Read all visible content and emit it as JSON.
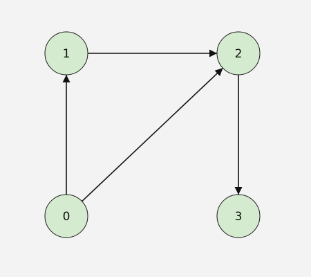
{
  "graph": {
    "nodes": [
      {
        "id": "0",
        "label": "0"
      },
      {
        "id": "1",
        "label": "1"
      },
      {
        "id": "2",
        "label": "2"
      },
      {
        "id": "3",
        "label": "3"
      }
    ],
    "edges": [
      {
        "from": "0",
        "to": "1"
      },
      {
        "from": "1",
        "to": "2"
      },
      {
        "from": "0",
        "to": "2"
      },
      {
        "from": "2",
        "to": "3"
      }
    ],
    "directed": true
  },
  "colors": {
    "background": "#f3f3f3",
    "node_fill": "#d5ebcf",
    "node_stroke": "#1a1a1a",
    "edge": "#111111"
  }
}
